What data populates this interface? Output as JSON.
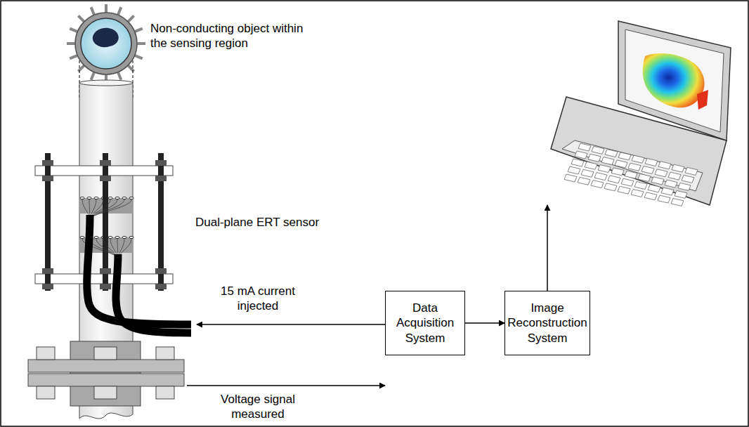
{
  "diagram": {
    "nodes": [
      {
        "text": [
          "Data Acquisition System"
        ]
      },
      {
        "text": [
          "Image Reconstruction System"
        ]
      }
    ],
    "edges": [
      {
        "from": 0,
        "to": 1,
        "arrow": "to"
      }
    ],
    "labels": [
      "Non-conducting object within the sensing region",
      "Dual-plane ERT sensor",
      "15 mA current injected",
      "Voltage signal measured"
    ]
  }
}
